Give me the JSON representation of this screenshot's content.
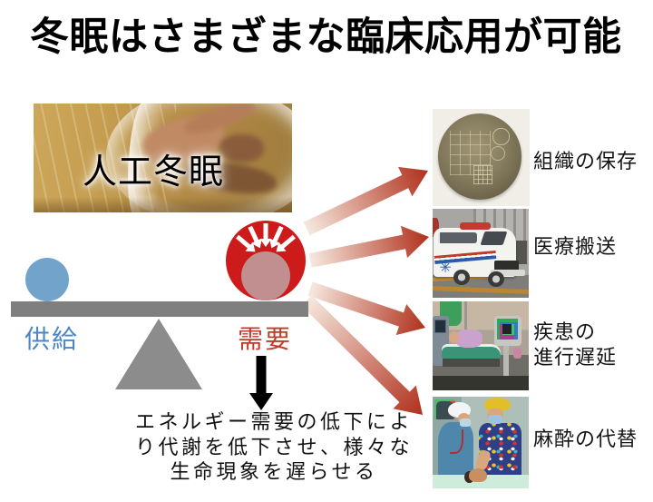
{
  "slide": {
    "title": "冬眠はさまざまな臨床応用が可能"
  },
  "hero": {
    "caption": "人工冬眠",
    "description": "painting-of-man-in-glass-hibernation-sphere"
  },
  "seesaw": {
    "left_label": "供給",
    "right_label": "需要",
    "colors": {
      "supply_blue": "#71a3cb",
      "demand_red": "#cd1a1a",
      "demand_inner_pink": "#c18f8f",
      "supply_text": "#4a86c8",
      "demand_text": "#c23b2a",
      "bar_gray": "#7f7f7f",
      "fulcrum_gray": "#8c8c8c"
    }
  },
  "caption": {
    "lines": [
      "エネルギー需要の低下によ",
      "り代謝を低下させ、様々な",
      "生命現象を遅らせる"
    ]
  },
  "applications": [
    {
      "lines": [
        "組織の保存"
      ],
      "image": "preserved-tissue-disc-photo"
    },
    {
      "lines": [
        "医療搬送"
      ],
      "image": "ambulance-photo"
    },
    {
      "lines": [
        "疾患の",
        "進行遅延"
      ],
      "image": "icu-patient-photo"
    },
    {
      "lines": [
        "麻酔の代替"
      ],
      "image": "operating-room-photo"
    }
  ],
  "icons": {
    "radiating_arrows": "four red gradient arrows from demand ball to application photos",
    "inward_arrows": "five white arrows pressing down on demand ball",
    "down_arrow": "black arrow from 需要 to caption",
    "star_of_life": "✳"
  },
  "arrow_colors": {
    "tail": "#f6e9df",
    "head": "#b0301c",
    "black": "#000000"
  }
}
